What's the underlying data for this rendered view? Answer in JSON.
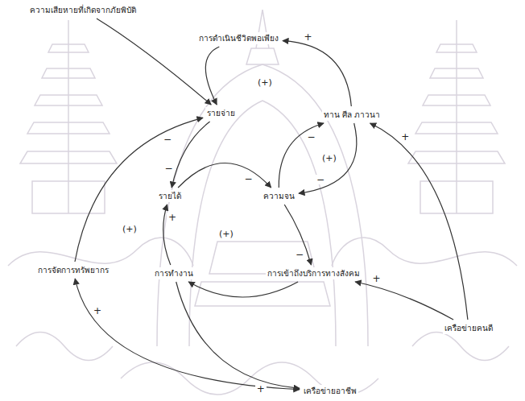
{
  "diagram": {
    "nodes": [
      {
        "text": [
          "ความเสียหายที่เกิดจากภัยพิบัติ"
        ]
      },
      {
        "text": [
          "การดำเนินชีวิตพอเพียง"
        ]
      },
      {
        "text": [
          "รายจ่าย"
        ]
      },
      {
        "text": [
          "ทาน ศีล ภาวนา"
        ]
      },
      {
        "text": [
          "รายได้"
        ]
      },
      {
        "text": [
          "ความจน"
        ]
      },
      {
        "text": [
          "การจัดการทรัพยากร"
        ]
      },
      {
        "text": [
          "การทำงาน"
        ]
      },
      {
        "text": [
          "การเข้าถึงบริการทางสังคม"
        ]
      },
      {
        "text": [
          "เครือข่ายคนดี"
        ]
      },
      {
        "text": [
          "เครือข่ายอาชีพ"
        ]
      }
    ],
    "edges": [
      {
        "from": 0,
        "to": 2,
        "arrow": "to"
      },
      {
        "from": 1,
        "to": 2,
        "arrow": "to"
      },
      {
        "from": 2,
        "to": 4,
        "arrow": "to",
        "label": "−"
      },
      {
        "from": 4,
        "to": 5,
        "arrow": "to",
        "label": "−"
      },
      {
        "from": 5,
        "to": 3,
        "arrow": "to",
        "label": "−"
      },
      {
        "from": 3,
        "to": 5,
        "arrow": "to",
        "label": "−"
      },
      {
        "from": 3,
        "to": 1,
        "arrow": "to",
        "label": "+"
      },
      {
        "from": 5,
        "to": 8,
        "arrow": "to",
        "label": "−"
      },
      {
        "from": 8,
        "to": 7,
        "arrow": "to"
      },
      {
        "from": 7,
        "to": 4,
        "arrow": "to",
        "label": "+"
      },
      {
        "from": 7,
        "to": 10,
        "arrow": "to",
        "label": "+"
      },
      {
        "from": 10,
        "to": 6,
        "arrow": "both",
        "label": "+"
      },
      {
        "from": 6,
        "to": 2,
        "arrow": "to",
        "label": "−"
      },
      {
        "from": 9,
        "to": 8,
        "arrow": "to",
        "label": "+"
      },
      {
        "from": 9,
        "to": 3,
        "arrow": "to",
        "label": "+"
      }
    ],
    "labels": [
      "(+)",
      "(+)",
      "(+)",
      "(+)"
    ]
  }
}
